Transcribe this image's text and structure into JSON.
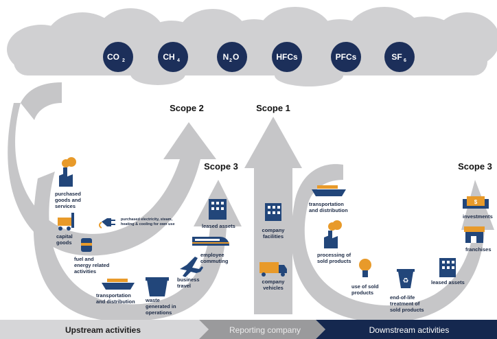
{
  "gases": [
    {
      "label": "CO",
      "sub": "2"
    },
    {
      "label": "CH",
      "sub": "4"
    },
    {
      "label": "N",
      "sub": "2",
      "suffix": "O"
    },
    {
      "label": "HFCs",
      "sub": ""
    },
    {
      "label": "PFCs",
      "sub": ""
    },
    {
      "label": "SF",
      "sub": "6"
    }
  ],
  "scopes": {
    "scope2": "Scope 2",
    "scope1": "Scope 1",
    "scope3_left": "Scope 3",
    "scope3_right": "Scope 3"
  },
  "upstream": {
    "purchased_goods": [
      "purchased",
      "goods and",
      "services"
    ],
    "capital_goods": [
      "capital",
      "goods"
    ],
    "fuel_energy": [
      "fuel and",
      "energy related",
      "activities"
    ],
    "transportation": [
      "transportation",
      "and distribution"
    ],
    "waste": [
      "waste",
      "generated in",
      "operations"
    ],
    "business_travel": [
      "business",
      "travel"
    ],
    "employee_commuting": [
      "employee",
      "commuting"
    ],
    "leased_assets": [
      "leased assets"
    ],
    "purchased_electricity": [
      "purchased electricity, steam,",
      "heating & cooling for own use"
    ]
  },
  "company": {
    "facilities": [
      "company",
      "facilities"
    ],
    "vehicles": [
      "company",
      "vehicles"
    ]
  },
  "downstream": {
    "transportation": [
      "transportation",
      "and distribution"
    ],
    "processing": [
      "processing of",
      "sold products"
    ],
    "use": [
      "use of sold",
      "products"
    ],
    "end_of_life": [
      "end-of-life",
      "treatment of",
      "sold products"
    ],
    "leased_assets": [
      "leased assets"
    ],
    "franchises": [
      "franchises"
    ],
    "investments": [
      "investments"
    ]
  },
  "bottom_bar": {
    "upstream": "Upstream activities",
    "reporting": "Reporting company",
    "downstream": "Downstream activities"
  },
  "colors": {
    "cloud": "#d0d0d2",
    "arrow": "#c6c6c8",
    "navy": "#1c2f5a",
    "icon_blue": "#22467a",
    "icon_orange": "#e89a2a",
    "bar_light": "#d6d6d8",
    "bar_mid": "#9a9a9c",
    "bar_dark": "#15284f"
  }
}
